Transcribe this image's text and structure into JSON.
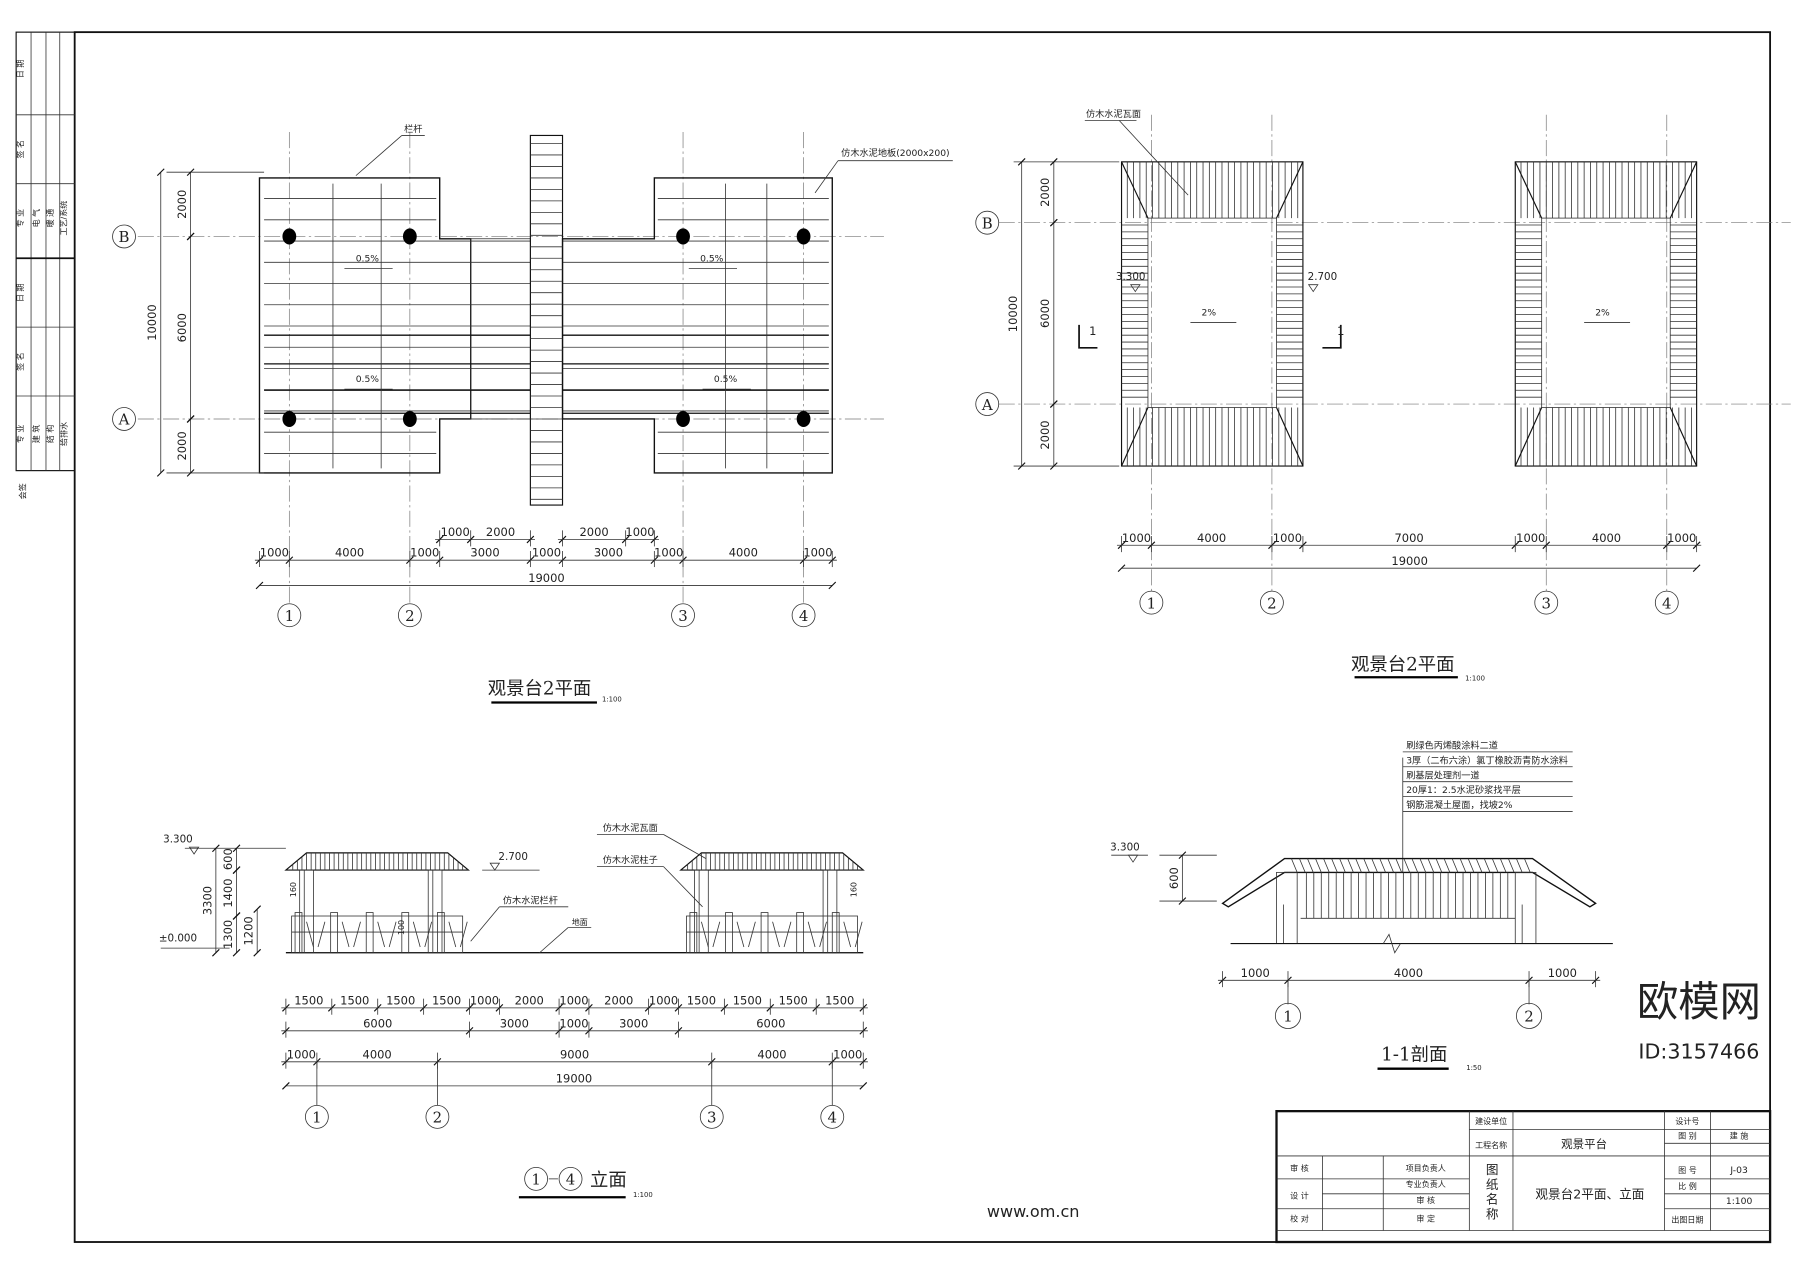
{
  "side_strip": {
    "upper": {
      "date": "日 期",
      "sign": "签 名",
      "profession": "专 业",
      "rows": [
        "电 气",
        "暖 通",
        "工艺/系统"
      ]
    },
    "lower": {
      "date": "日 期",
      "sign": "签 名",
      "profession": "专 业",
      "rows": [
        "建 筑",
        "结 构",
        "给排水"
      ]
    },
    "countersign": "会签"
  },
  "plan1": {
    "title": "观景台2平面",
    "scale": "1:100",
    "axis_rows": [
      "B",
      "A"
    ],
    "axis_cols": [
      "1",
      "2",
      "3",
      "4"
    ],
    "note_railing": "栏杆",
    "note_floor": "仿木水泥地板(2000x200)",
    "slopes": [
      "0.5%",
      "0.5%",
      "0.5%",
      "0.5%"
    ],
    "vdims": [
      "2000",
      "6000",
      "2000",
      "10000"
    ],
    "dims_upper": [
      "1000",
      "2000",
      "2000",
      "1000"
    ],
    "dims_lower": [
      "1000",
      "4000",
      "1000",
      "3000",
      "1000",
      "3000",
      "1000",
      "4000",
      "1000"
    ],
    "dims_total": "19000"
  },
  "plan2": {
    "title": "观景台2平面",
    "scale": "1:100",
    "axis_rows": [
      "B",
      "A"
    ],
    "axis_cols": [
      "1",
      "2",
      "3",
      "4"
    ],
    "note_roof": "仿木水泥瓦面",
    "elev_left": "3.300",
    "elev_right": "2.700",
    "slopes": [
      "2%",
      "2%"
    ],
    "section_mark": "1",
    "vdims": [
      "2000",
      "6000",
      "2000",
      "10000"
    ],
    "dims": [
      "1000",
      "4000",
      "1000",
      "7000",
      "1000",
      "4000",
      "1000"
    ],
    "dims_total": "19000"
  },
  "elevation": {
    "title_a": "1",
    "title_b": "4",
    "title_suffix": "立面",
    "scale": "1:100",
    "levels": [
      "3.300",
      "2.700",
      "±0.000"
    ],
    "vdims": [
      "600",
      "1400",
      "3300",
      "1300",
      "1200",
      "160",
      "160",
      "100"
    ],
    "note_roof": "仿木水泥瓦面",
    "note_column": "仿木水泥柱子",
    "note_railing": "仿木水泥栏杆",
    "note_ground": "地面",
    "dims_row1": [
      "1500",
      "1500",
      "1500",
      "1500",
      "1000",
      "2000",
      "1000",
      "2000",
      "1000",
      "1500",
      "1500",
      "1500",
      "1500"
    ],
    "dims_row2": [
      "6000",
      "3000",
      "1000",
      "3000",
      "6000"
    ],
    "dims_row3": [
      "1000",
      "4000",
      "9000",
      "4000",
      "1000"
    ],
    "dims_total": "19000",
    "axis_cols": [
      "1",
      "2",
      "3",
      "4"
    ]
  },
  "section": {
    "title": "1-1剖面",
    "scale": "1:50",
    "level": "3.300",
    "vdim": "600",
    "layers": [
      "刷绿色丙烯酸涂料二道",
      "3厚（二布六涂）氯丁橡胶沥青防水涂料",
      "刷基层处理剂一道",
      "20厚1：2.5水泥砂浆找平层",
      "钢筋混凝土屋面，找坡2%"
    ],
    "dims": [
      "1000",
      "4000",
      "1000"
    ],
    "axis_cols": [
      "1",
      "2"
    ]
  },
  "title_block": {
    "client_label": "建设单位",
    "project_label": "工程名称",
    "project_name": "观景平台",
    "drawing_name_label": "图纸名称",
    "drawing_name": "观景台2平面、立面",
    "design_no_label": "设计号",
    "category_label": "图 别",
    "category": "建 施",
    "sheet_no_label": "图 号",
    "sheet_no": "J-03",
    "scale_label": "比 例",
    "scale": "1:100",
    "date_label": "出图日期",
    "approve": "审 核",
    "design": "设 计",
    "check": "校 对",
    "project_lead": "项目负责人",
    "discipline_lead": "专业负责人",
    "review": "审 核",
    "final": "审 定"
  },
  "watermark": {
    "brand": "欧模网",
    "id": "ID:3157466",
    "site": "www.om.cn"
  }
}
